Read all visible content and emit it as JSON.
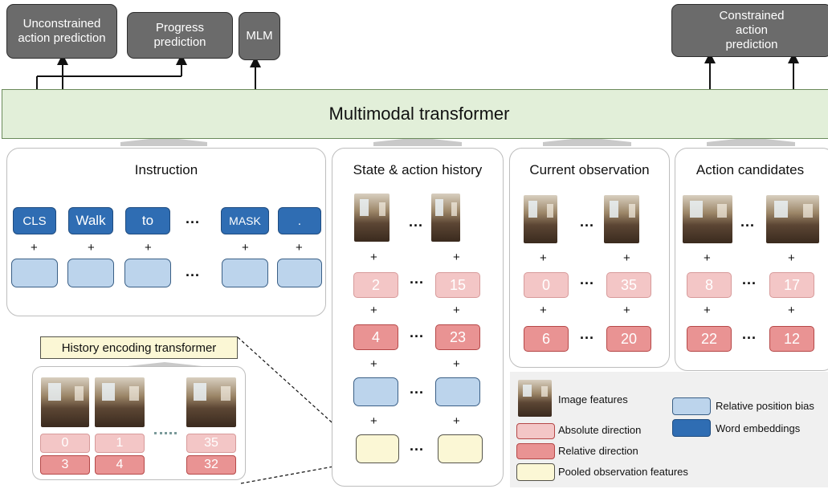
{
  "outputs": {
    "unconstrained": "Unconstrained action prediction",
    "progress": "Progress prediction",
    "mlm": "MLM",
    "constrained": "Constrained action prediction"
  },
  "transformer_label": "Multimodal transformer",
  "instruction": {
    "title": "Instruction",
    "tokens": [
      "CLS",
      "Walk",
      "to",
      "MASK",
      "."
    ],
    "ellipsis": "..."
  },
  "history": {
    "title": "State & action history",
    "abs": [
      "2",
      "15"
    ],
    "rel": [
      "4",
      "23"
    ]
  },
  "current": {
    "title": "Current observation",
    "abs": [
      "0",
      "35"
    ],
    "rel": [
      "6",
      "20"
    ]
  },
  "candidates": {
    "title": "Action candidates",
    "abs": [
      "8",
      "17"
    ],
    "rel": [
      "22",
      "12"
    ]
  },
  "hist_enc": {
    "label": "History encoding transformer",
    "abs": [
      "0",
      "1",
      "35"
    ],
    "rel": [
      "3",
      "4",
      "32"
    ]
  },
  "plus": "+",
  "legend": {
    "image": "Image features",
    "absolute": "Absolute direction",
    "relative": "Relative direction",
    "pooled": "Pooled observation features",
    "position": "Relative position bias",
    "word": "Word embeddings"
  },
  "colors": {
    "output_box": "#6b6b6b",
    "transformer": "#e2efd9",
    "word": "#2f6db3",
    "position": "#bcd4ec",
    "absolute": "#f3c6c6",
    "relative": "#e99393",
    "pooled": "#fbf7d5"
  }
}
